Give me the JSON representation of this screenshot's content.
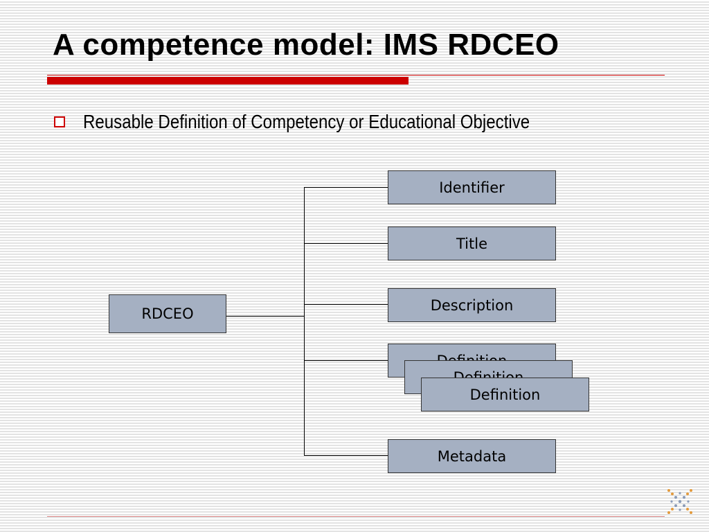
{
  "slide": {
    "title": "A competence model: IMS RDCEO",
    "bullet": "Reusable Definition of Competency or Educational Objective"
  },
  "diagram": {
    "root": "RDCEO",
    "children": [
      "Identifier",
      "Title",
      "Description",
      "Definition",
      "Metadata"
    ],
    "definition_stack": [
      "Definition",
      "Definition",
      "Definition"
    ]
  },
  "colors": {
    "accent": "#cc0000",
    "node_fill": "#a5b0c2",
    "node_border": "#333333"
  }
}
